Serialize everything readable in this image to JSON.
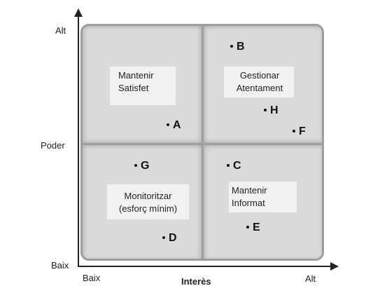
{
  "axes": {
    "y_title": "Poder",
    "y_high": "Alt",
    "y_low": "Baix",
    "x_title": "Interès",
    "x_low": "Baix",
    "x_high": "Alt"
  },
  "quadrants": {
    "top_left": "Mantenir\nSatisfet",
    "top_right": "Gestionar\nAtentament",
    "bottom_left": "Monitoritzar\n(esforç mínim)",
    "bottom_right": "Mantenir\nInformat"
  },
  "points": [
    "A",
    "B",
    "C",
    "D",
    "E",
    "F",
    "G",
    "H"
  ]
}
